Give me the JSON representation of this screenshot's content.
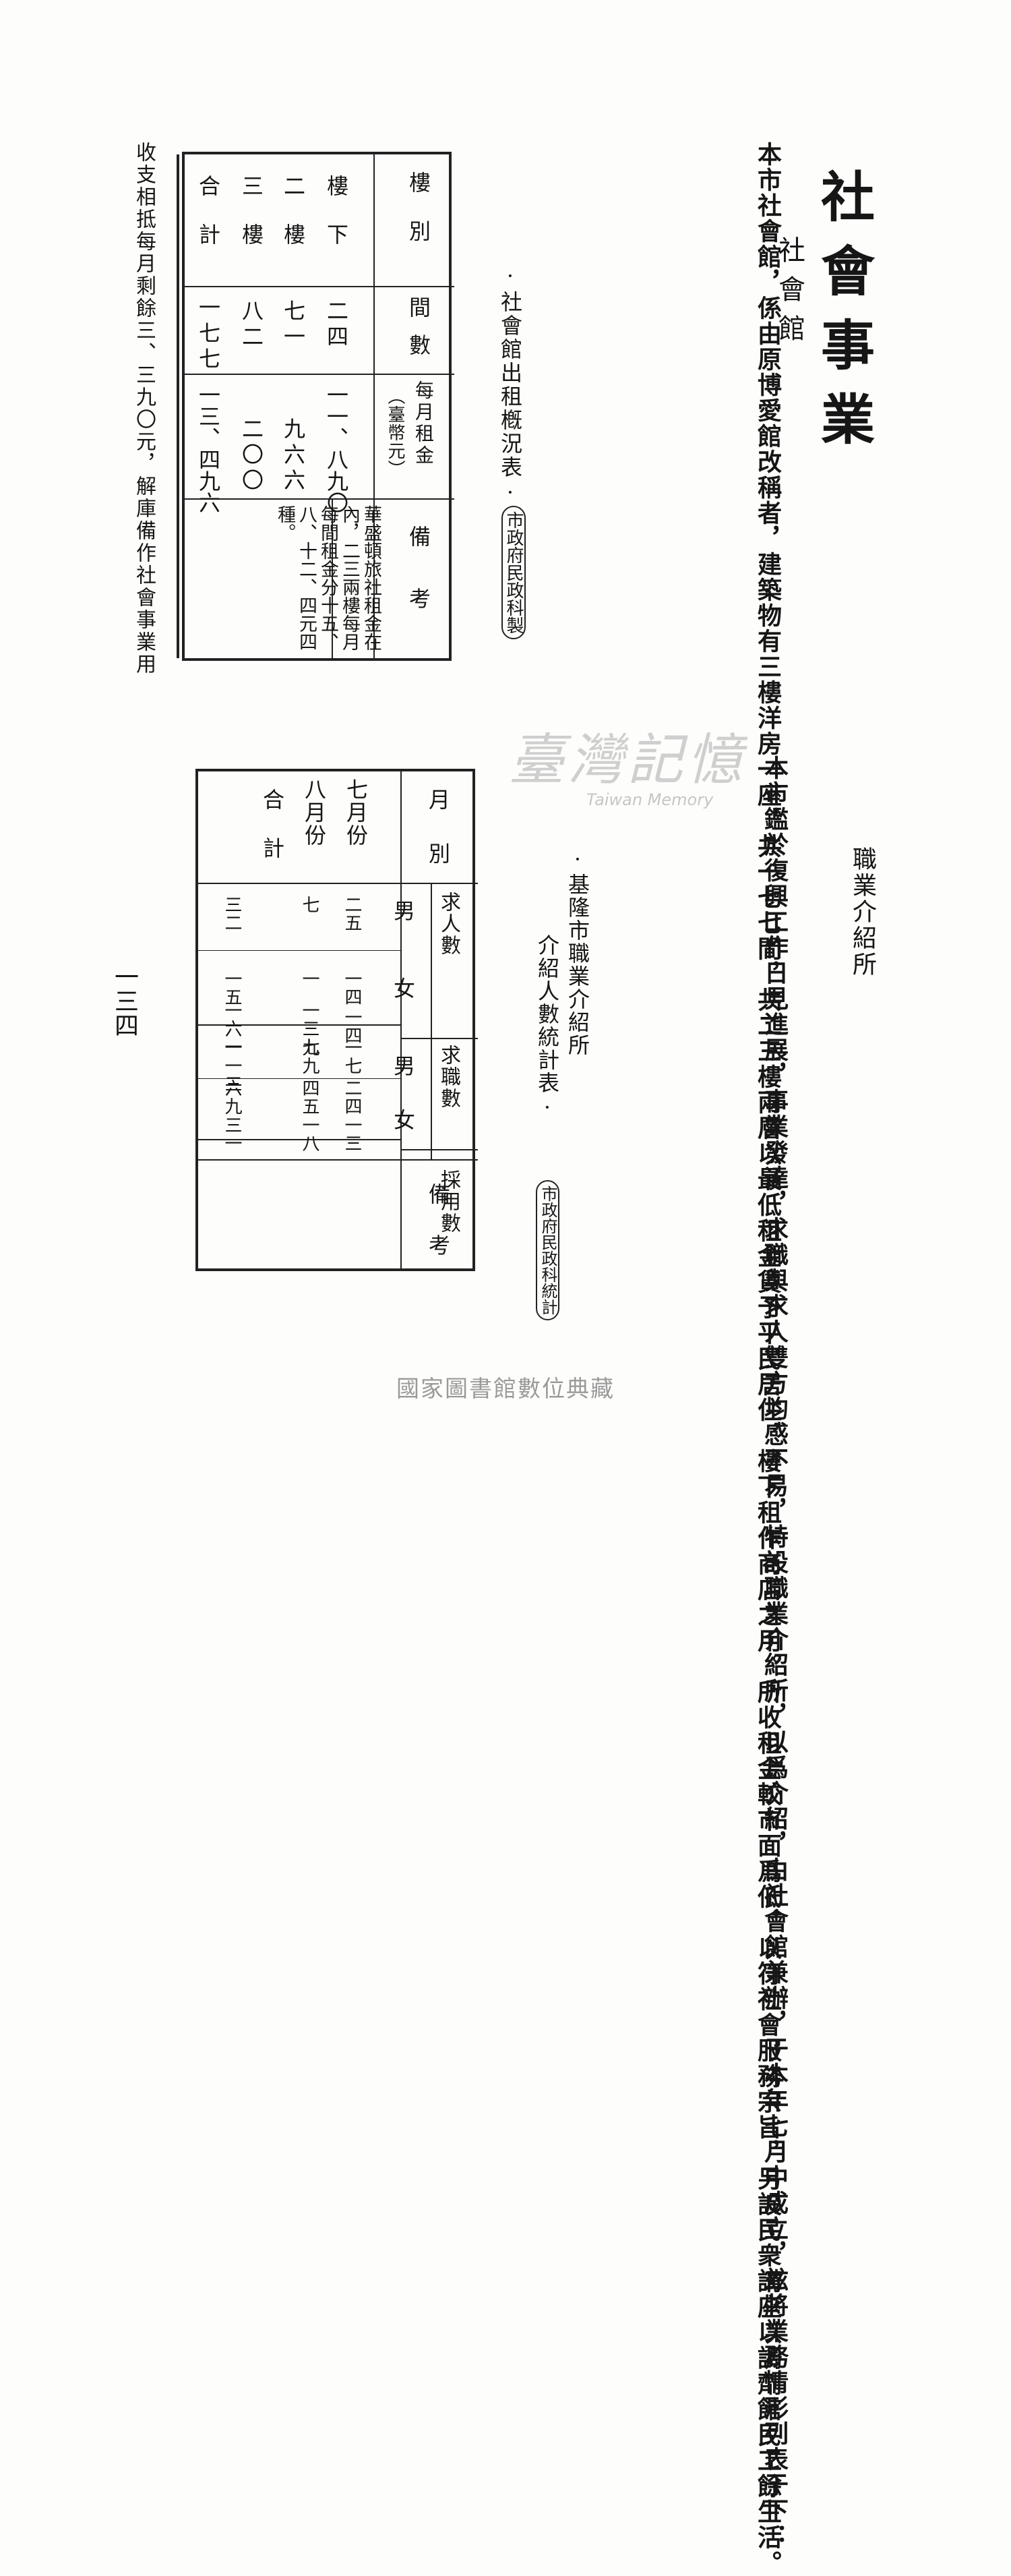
{
  "title": "社會事業",
  "section1": {
    "heading": "社會館",
    "body": "本市社會館，係由原博愛館改稱者，建築物有三樓洋房一座，共一七七間，共二三樓兩層以最低租金賃予平民居住，樓下租作商店之用。所收租金較市面爲低，以符社會服務宗旨，另設民衆講座以調劑館民工餘生活。",
    "table_caption": "·社會館出租槪況表·",
    "table_source": "市政府民政科製",
    "table": {
      "headers": {
        "floor": "樓別",
        "rooms": "間數",
        "rent": "每月租金",
        "rent_unit": "（臺幣元）",
        "remark": "備考"
      },
      "rows": [
        {
          "floor": "樓下",
          "rooms": "二四",
          "rent": "一一、八九〇"
        },
        {
          "floor": "二樓",
          "rooms": "七一",
          "rent": "九六六"
        },
        {
          "floor": "三樓",
          "rooms": "八二",
          "rent": "二〇〇"
        },
        {
          "floor": "合計",
          "rooms": "一七七",
          "rent": "一三、四九六"
        }
      ],
      "remark_text": "華盛頓旅社租金在內，二三兩樓每月每間租金分十五、八、十二、四元四種。"
    },
    "note": "收支相抵每月剩餘三、三九〇元，解庫備作社會事業用"
  },
  "section2": {
    "heading": "職業介紹所",
    "body": "本市鑑於復興工作日見進展，事業發達，求職與求人雙方均感不易，特設職業介紹所，以爲介紹，由社會館兼辦，于本年七月中成立，玆將業務情形列表于下：",
    "caption_a": "·基隆市職業介紹所",
    "caption_b": "介紹人數統計表·",
    "source": "市政府民政科統計",
    "table": {
      "headers": {
        "month": "月別",
        "seekers": "求人數",
        "jobs": "求職數",
        "hired": "採用數",
        "remark": "備考",
        "male": "男",
        "female": "女"
      },
      "rows": [
        {
          "month": "七月份",
          "values": [
            "二五",
            "一四",
            "一四",
            "一七",
            "二四",
            "一三"
          ]
        },
        {
          "month": "八月份",
          "values": [
            "七",
            "一",
            "一三七",
            "九九",
            "四五",
            "一八"
          ]
        },
        {
          "month": "合計",
          "values": [
            "三二",
            "一五",
            "一六一",
            "一一三",
            "六九",
            "三一"
          ]
        }
      ]
    }
  },
  "page_number": "一三四",
  "watermark": "臺灣記憶",
  "watermark_en": "Taiwan Memory",
  "footer": "國家圖書館數位典藏"
}
